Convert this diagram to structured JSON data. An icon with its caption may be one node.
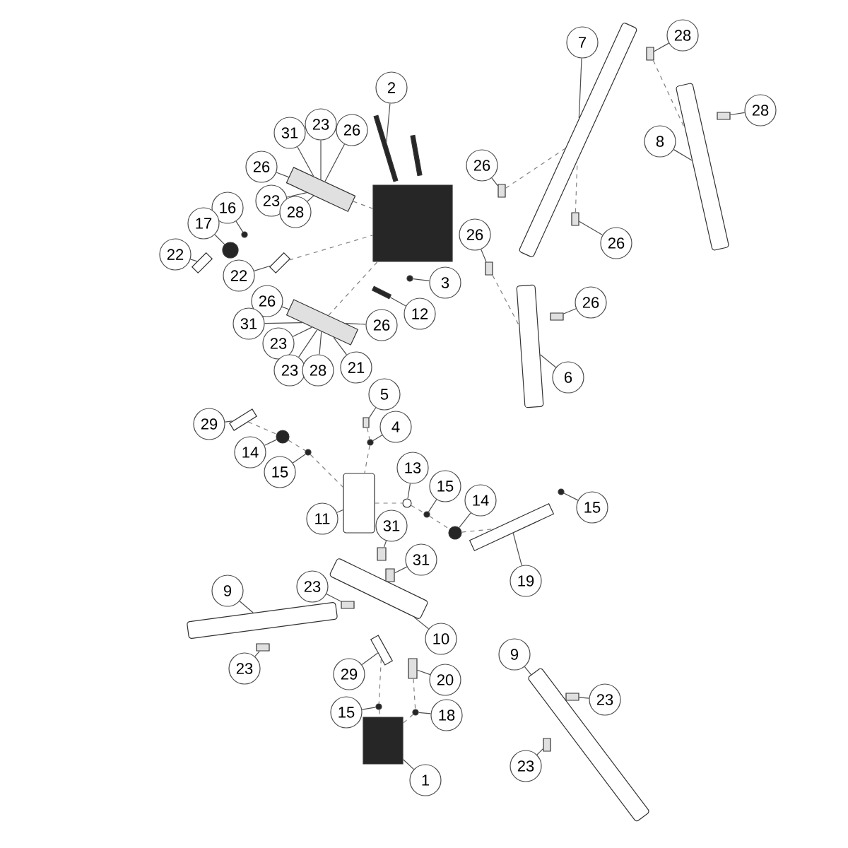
{
  "diagram": {
    "nodes": [
      {
        "text": [
          "2"
        ]
      },
      {
        "text": [
          "31"
        ]
      },
      {
        "text": [
          "23"
        ]
      },
      {
        "text": [
          "26"
        ]
      },
      {
        "text": [
          "26"
        ]
      },
      {
        "text": [
          "23"
        ]
      },
      {
        "text": [
          "28"
        ]
      },
      {
        "text": [
          "16"
        ]
      },
      {
        "text": [
          "17"
        ]
      },
      {
        "text": [
          "22"
        ]
      },
      {
        "text": [
          "22"
        ]
      },
      {
        "text": [
          "3"
        ]
      },
      {
        "text": [
          "12"
        ]
      },
      {
        "text": [
          "26"
        ]
      },
      {
        "text": [
          "31"
        ]
      },
      {
        "text": [
          "23"
        ]
      },
      {
        "text": [
          "23"
        ]
      },
      {
        "text": [
          "28"
        ]
      },
      {
        "text": [
          "21"
        ]
      },
      {
        "text": [
          "26"
        ]
      },
      {
        "text": [
          "7"
        ]
      },
      {
        "text": [
          "28"
        ]
      },
      {
        "text": [
          "28"
        ]
      },
      {
        "text": [
          "8"
        ]
      },
      {
        "text": [
          "26"
        ]
      },
      {
        "text": [
          "26"
        ]
      },
      {
        "text": [
          "26"
        ]
      },
      {
        "text": [
          "26"
        ]
      },
      {
        "text": [
          "6"
        ]
      },
      {
        "text": [
          "5"
        ]
      },
      {
        "text": [
          "4"
        ]
      },
      {
        "text": [
          "29"
        ]
      },
      {
        "text": [
          "14"
        ]
      },
      {
        "text": [
          "15"
        ]
      },
      {
        "text": [
          "13"
        ]
      },
      {
        "text": [
          "15"
        ]
      },
      {
        "text": [
          "14"
        ]
      },
      {
        "text": [
          "11"
        ]
      },
      {
        "text": [
          "31"
        ]
      },
      {
        "text": [
          "31"
        ]
      },
      {
        "text": [
          "15"
        ]
      },
      {
        "text": [
          "19"
        ]
      },
      {
        "text": [
          "9"
        ]
      },
      {
        "text": [
          "23"
        ]
      },
      {
        "text": [
          "23"
        ]
      },
      {
        "text": [
          "10"
        ]
      },
      {
        "text": [
          "29"
        ]
      },
      {
        "text": [
          "20"
        ]
      },
      {
        "text": [
          "15"
        ]
      },
      {
        "text": [
          "18"
        ]
      },
      {
        "text": [
          "1"
        ]
      },
      {
        "text": [
          "9"
        ]
      },
      {
        "text": [
          "23"
        ]
      },
      {
        "text": [
          "23"
        ]
      },
      {
        "text": [],
        "shape": "bar"
      },
      {
        "text": [],
        "shape": "bar"
      },
      {
        "text": [],
        "shape": "box"
      },
      {
        "text": [],
        "shape": "box"
      },
      {
        "text": [],
        "shape": "circle"
      },
      {
        "text": [],
        "shape": "circle"
      },
      {
        "text": [],
        "shape": "bar"
      },
      {
        "text": [],
        "shape": "bar"
      },
      {
        "text": [],
        "shape": "circle"
      },
      {
        "text": [],
        "shape": "bar"
      },
      {
        "text": [],
        "shape": "box"
      },
      {
        "text": [],
        "shape": "cylinder"
      },
      {
        "text": [],
        "shape": "box"
      },
      {
        "text": [],
        "shape": "box"
      },
      {
        "text": [],
        "shape": "cylinder"
      },
      {
        "text": [],
        "shape": "box"
      },
      {
        "text": [],
        "shape": "box"
      },
      {
        "text": [],
        "shape": "box"
      },
      {
        "text": [],
        "shape": "box"
      },
      {
        "text": [],
        "shape": "cylinder"
      },
      {
        "text": [],
        "shape": "box"
      },
      {
        "text": [],
        "shape": "circle"
      },
      {
        "text": [],
        "shape": "bar"
      },
      {
        "text": [],
        "shape": "circle"
      },
      {
        "text": [],
        "shape": "circle"
      },
      {
        "text": [],
        "shape": "circle"
      },
      {
        "text": [],
        "shape": "circle"
      },
      {
        "text": [],
        "shape": "circle"
      },
      {
        "text": [],
        "shape": "cylinder"
      },
      {
        "text": [],
        "shape": "box"
      },
      {
        "text": [],
        "shape": "box"
      },
      {
        "text": [],
        "shape": "circle"
      },
      {
        "text": [],
        "shape": "bar"
      },
      {
        "text": [],
        "shape": "cylinder"
      },
      {
        "text": [],
        "shape": "box"
      },
      {
        "text": [],
        "shape": "box"
      },
      {
        "text": [],
        "shape": "cylinder"
      },
      {
        "text": [],
        "shape": "bar"
      },
      {
        "text": [],
        "shape": "box"
      },
      {
        "text": [],
        "shape": "circle"
      },
      {
        "text": [],
        "shape": "circle"
      },
      {
        "text": [],
        "shape": "box"
      },
      {
        "text": [],
        "shape": "cylinder"
      },
      {
        "text": [],
        "shape": "box"
      },
      {
        "text": [],
        "shape": "box"
      }
    ],
    "edges": [
      {
        "from": 0,
        "to": 54,
        "arrow": "none"
      },
      {
        "from": 1,
        "to": 57,
        "arrow": "none"
      },
      {
        "from": 2,
        "to": 57,
        "arrow": "none"
      },
      {
        "from": 3,
        "to": 57,
        "arrow": "none"
      },
      {
        "from": 4,
        "to": 57,
        "arrow": "none"
      },
      {
        "from": 5,
        "to": 57,
        "arrow": "none"
      },
      {
        "from": 6,
        "to": 57,
        "arrow": "none"
      },
      {
        "from": 7,
        "to": 58,
        "arrow": "none"
      },
      {
        "from": 8,
        "to": 59,
        "arrow": "none"
      },
      {
        "from": 9,
        "to": 60,
        "arrow": "none"
      },
      {
        "from": 10,
        "to": 61,
        "arrow": "none"
      },
      {
        "from": 11,
        "to": 62,
        "arrow": "none"
      },
      {
        "from": 12,
        "to": 63,
        "arrow": "none"
      },
      {
        "from": 13,
        "to": 64,
        "arrow": "none"
      },
      {
        "from": 14,
        "to": 64,
        "arrow": "none"
      },
      {
        "from": 15,
        "to": 64,
        "arrow": "none"
      },
      {
        "from": 16,
        "to": 64,
        "arrow": "none"
      },
      {
        "from": 17,
        "to": 64,
        "arrow": "none"
      },
      {
        "from": 18,
        "to": 64,
        "arrow": "none"
      },
      {
        "from": 19,
        "to": 64,
        "arrow": "none"
      },
      {
        "from": 20,
        "to": 65,
        "arrow": "none"
      },
      {
        "from": 21,
        "to": 66,
        "arrow": "none"
      },
      {
        "from": 22,
        "to": 67,
        "arrow": "none"
      },
      {
        "from": 23,
        "to": 68,
        "arrow": "none"
      },
      {
        "from": 24,
        "to": 69,
        "arrow": "none"
      },
      {
        "from": 25,
        "to": 70,
        "arrow": "none"
      },
      {
        "from": 26,
        "to": 71,
        "arrow": "none"
      },
      {
        "from": 27,
        "to": 72,
        "arrow": "none"
      },
      {
        "from": 28,
        "to": 73,
        "arrow": "none"
      },
      {
        "from": 29,
        "to": 74,
        "arrow": "none"
      },
      {
        "from": 30,
        "to": 75,
        "arrow": "none"
      },
      {
        "from": 31,
        "to": 76,
        "arrow": "none"
      },
      {
        "from": 32,
        "to": 77,
        "arrow": "none"
      },
      {
        "from": 33,
        "to": 78,
        "arrow": "none"
      },
      {
        "from": 34,
        "to": 79,
        "arrow": "none"
      },
      {
        "from": 35,
        "to": 80,
        "arrow": "none"
      },
      {
        "from": 36,
        "to": 81,
        "arrow": "none"
      },
      {
        "from": 37,
        "to": 82,
        "arrow": "none"
      },
      {
        "from": 38,
        "to": 83,
        "arrow": "none"
      },
      {
        "from": 39,
        "to": 84,
        "arrow": "none"
      },
      {
        "from": 40,
        "to": 85,
        "arrow": "none"
      },
      {
        "from": 41,
        "to": 86,
        "arrow": "none"
      },
      {
        "from": 42,
        "to": 87,
        "arrow": "none"
      },
      {
        "from": 43,
        "to": 88,
        "arrow": "none"
      },
      {
        "from": 44,
        "to": 89,
        "arrow": "none"
      },
      {
        "from": 45,
        "to": 90,
        "arrow": "none"
      },
      {
        "from": 46,
        "to": 91,
        "arrow": "none"
      },
      {
        "from": 47,
        "to": 92,
        "arrow": "none"
      },
      {
        "from": 48,
        "to": 93,
        "arrow": "none"
      },
      {
        "from": 49,
        "to": 94,
        "arrow": "none"
      },
      {
        "from": 50,
        "to": 95,
        "arrow": "none"
      },
      {
        "from": 51,
        "to": 96,
        "arrow": "none"
      },
      {
        "from": 52,
        "to": 97,
        "arrow": "none"
      },
      {
        "from": 53,
        "to": 98,
        "arrow": "none"
      },
      {
        "from": 57,
        "to": 56,
        "arrow": "none",
        "style": "dashed"
      },
      {
        "from": 64,
        "to": 56,
        "arrow": "none",
        "style": "dashed"
      },
      {
        "from": 61,
        "to": 56,
        "arrow": "none",
        "style": "dashed"
      },
      {
        "from": 66,
        "to": 68,
        "arrow": "none",
        "style": "dashed"
      },
      {
        "from": 69,
        "to": 65,
        "arrow": "none",
        "style": "dashed"
      },
      {
        "from": 70,
        "to": 65,
        "arrow": "none",
        "style": "dashed"
      },
      {
        "from": 71,
        "to": 73,
        "arrow": "none",
        "style": "dashed"
      },
      {
        "from": 74,
        "to": 75,
        "arrow": "none",
        "style": "dashed"
      },
      {
        "from": 75,
        "to": 82,
        "arrow": "none",
        "style": "dashed"
      },
      {
        "from": 76,
        "to": 77,
        "arrow": "none",
        "style": "dashed"
      },
      {
        "from": 77,
        "to": 78,
        "arrow": "none",
        "style": "dashed"
      },
      {
        "from": 78,
        "to": 82,
        "arrow": "none",
        "style": "dashed"
      },
      {
        "from": 82,
        "to": 79,
        "arrow": "none",
        "style": "dashed"
      },
      {
        "from": 79,
        "to": 80,
        "arrow": "none",
        "style": "dashed"
      },
      {
        "from": 80,
        "to": 81,
        "arrow": "none",
        "style": "dashed"
      },
      {
        "from": 81,
        "to": 86,
        "arrow": "none",
        "style": "dashed"
      },
      {
        "from": 91,
        "to": 93,
        "arrow": "none",
        "style": "dashed"
      },
      {
        "from": 93,
        "to": 95,
        "arrow": "none",
        "style": "dashed"
      },
      {
        "from": 92,
        "to": 94,
        "arrow": "none",
        "style": "dashed"
      },
      {
        "from": 94,
        "to": 95,
        "arrow": "none",
        "style": "dashed"
      }
    ]
  }
}
